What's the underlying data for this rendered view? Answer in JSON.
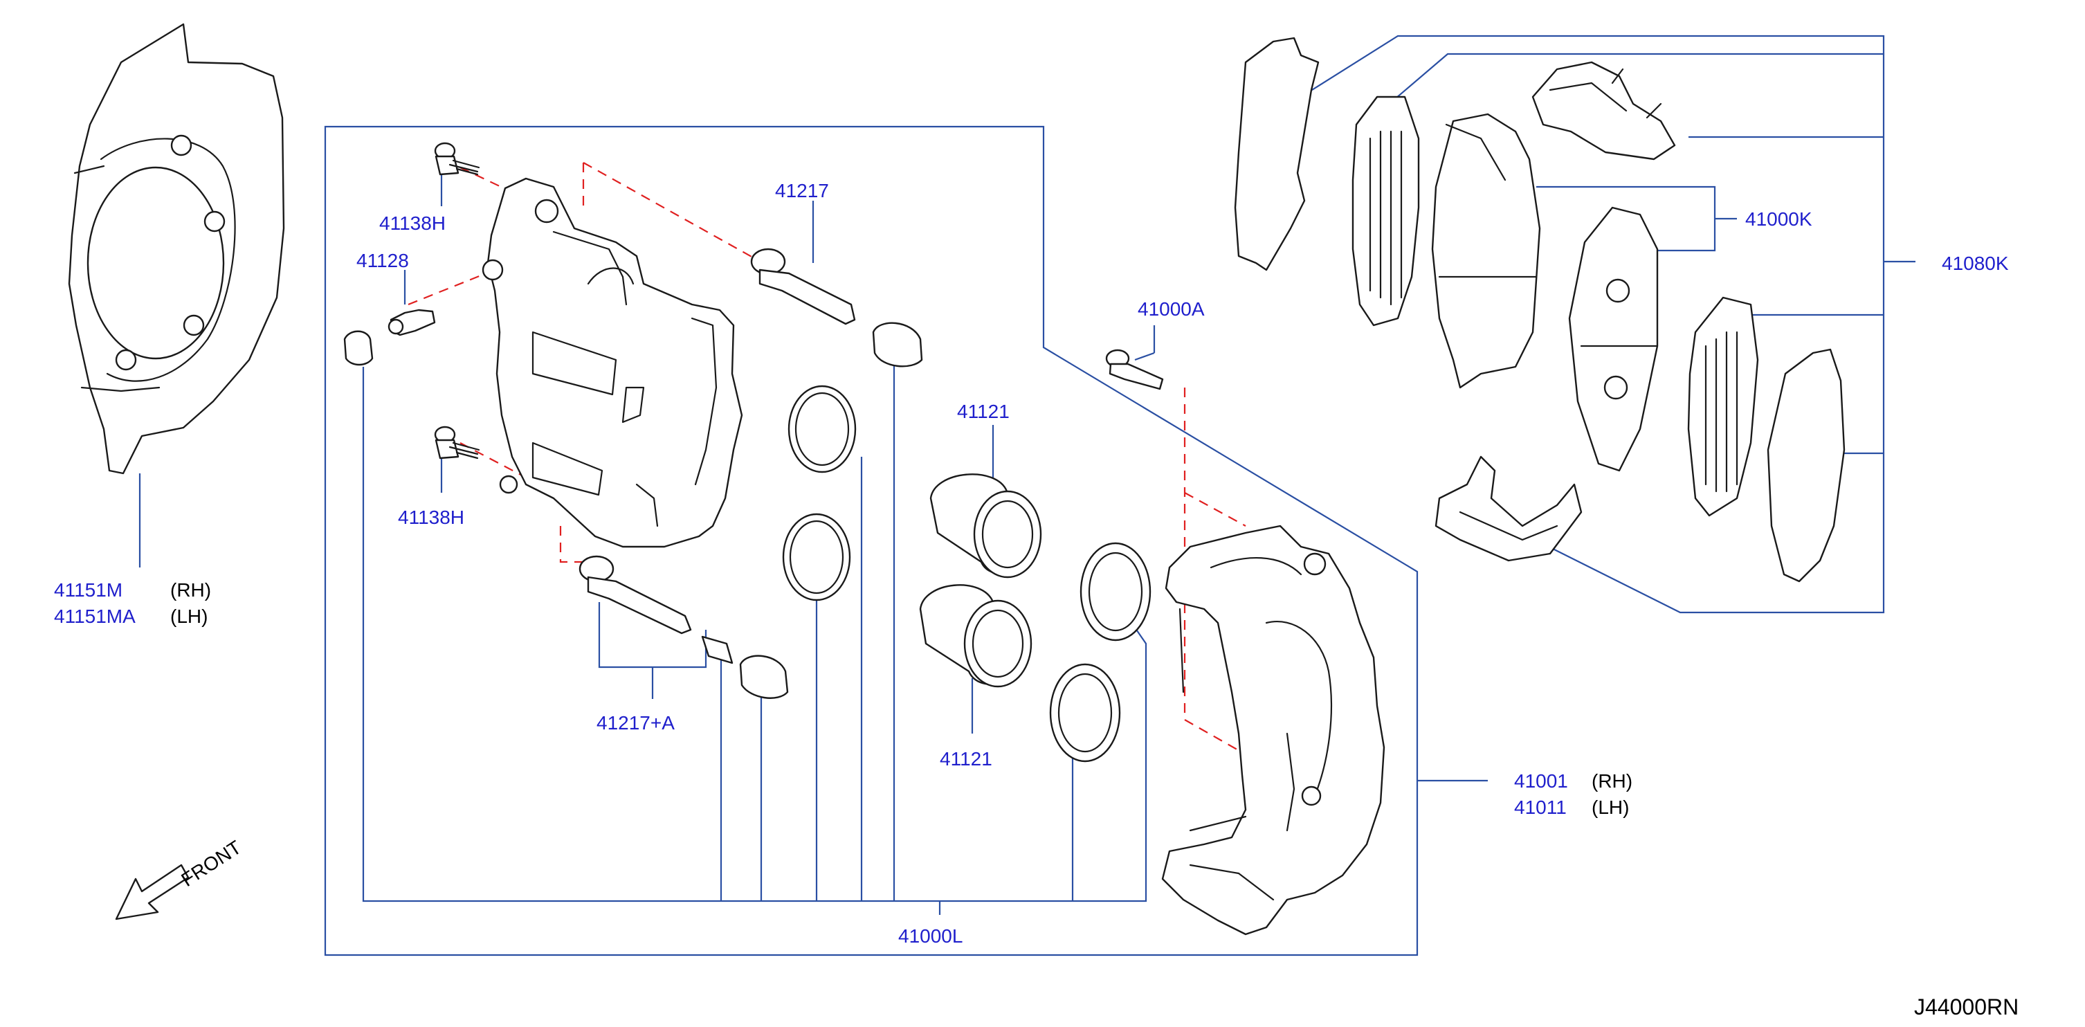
{
  "colors": {
    "part_number": "#1f1fcc",
    "suffix_text": "#000000",
    "leader_line": "#2a4fa3",
    "dashed_guide": "#e02020",
    "drawing_line": "#1a1a1a"
  },
  "labels": {
    "dust_shield_rh": "41151M",
    "dust_shield_rh_side": "(RH)",
    "dust_shield_lh": "41151MA",
    "dust_shield_lh_side": "(LH)",
    "bolt_upper": "41138H",
    "bleeder": "41128",
    "bolt_lower": "41138H",
    "pin_upper": "41217",
    "pin_lower": "41217+A",
    "piston_upper": "41121",
    "piston_lower": "41121",
    "bolt_support": "41000A",
    "caliper_rh": "41001",
    "caliper_rh_side": "(RH)",
    "caliper_lh": "41011",
    "caliper_lh_side": "(LH)",
    "seal_kit": "41000L",
    "pad_kit": "41000K",
    "hardware_kit": "41080K",
    "front_arrow": "FRONT",
    "drawing_code": "J44000RN"
  },
  "icons": {
    "front_arrow": "arrow-down-left-icon"
  }
}
